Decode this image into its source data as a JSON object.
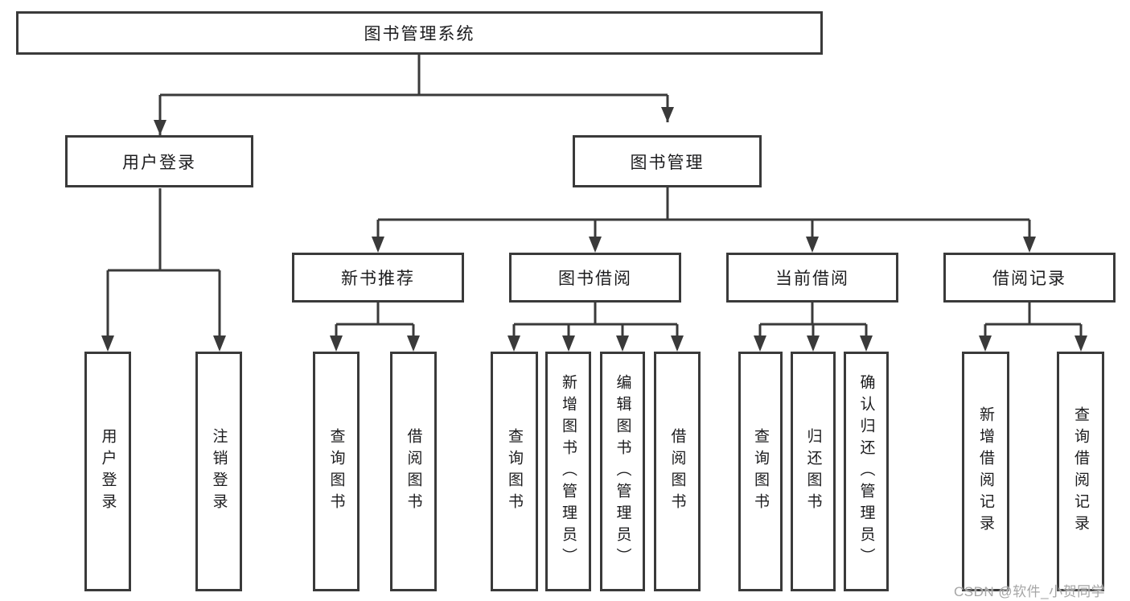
{
  "diagram": {
    "type": "hierarchy-chart",
    "colors": {
      "background": "#ffffff",
      "box_border": "#3a3a3a",
      "connector_line": "#3a3a3a",
      "text": "#1c1c1e",
      "watermark_text": "#a6a6a6"
    },
    "tree": {
      "label": "图书管理系统",
      "children": [
        {
          "label": "用户登录",
          "children": [
            {
              "label": "用户登录"
            },
            {
              "label": "注销登录"
            }
          ]
        },
        {
          "label": "图书管理",
          "children": [
            {
              "label": "新书推荐",
              "children": [
                {
                  "label": "查询图书"
                },
                {
                  "label": "借阅图书"
                }
              ]
            },
            {
              "label": "图书借阅",
              "children": [
                {
                  "label": "查询图书"
                },
                {
                  "label": "新增图书（管理员）"
                },
                {
                  "label": "编辑图书（管理员）"
                },
                {
                  "label": "借阅图书"
                }
              ]
            },
            {
              "label": "当前借阅",
              "children": [
                {
                  "label": "查询图书"
                },
                {
                  "label": "归还图书"
                },
                {
                  "label": "确认归还（管理员）"
                }
              ]
            },
            {
              "label": "借阅记录",
              "children": [
                {
                  "label": "新增借阅记录"
                },
                {
                  "label": "查询借阅记录"
                }
              ]
            }
          ]
        }
      ]
    },
    "watermark": {
      "text": "CSDN @软件_小贺同学"
    }
  }
}
